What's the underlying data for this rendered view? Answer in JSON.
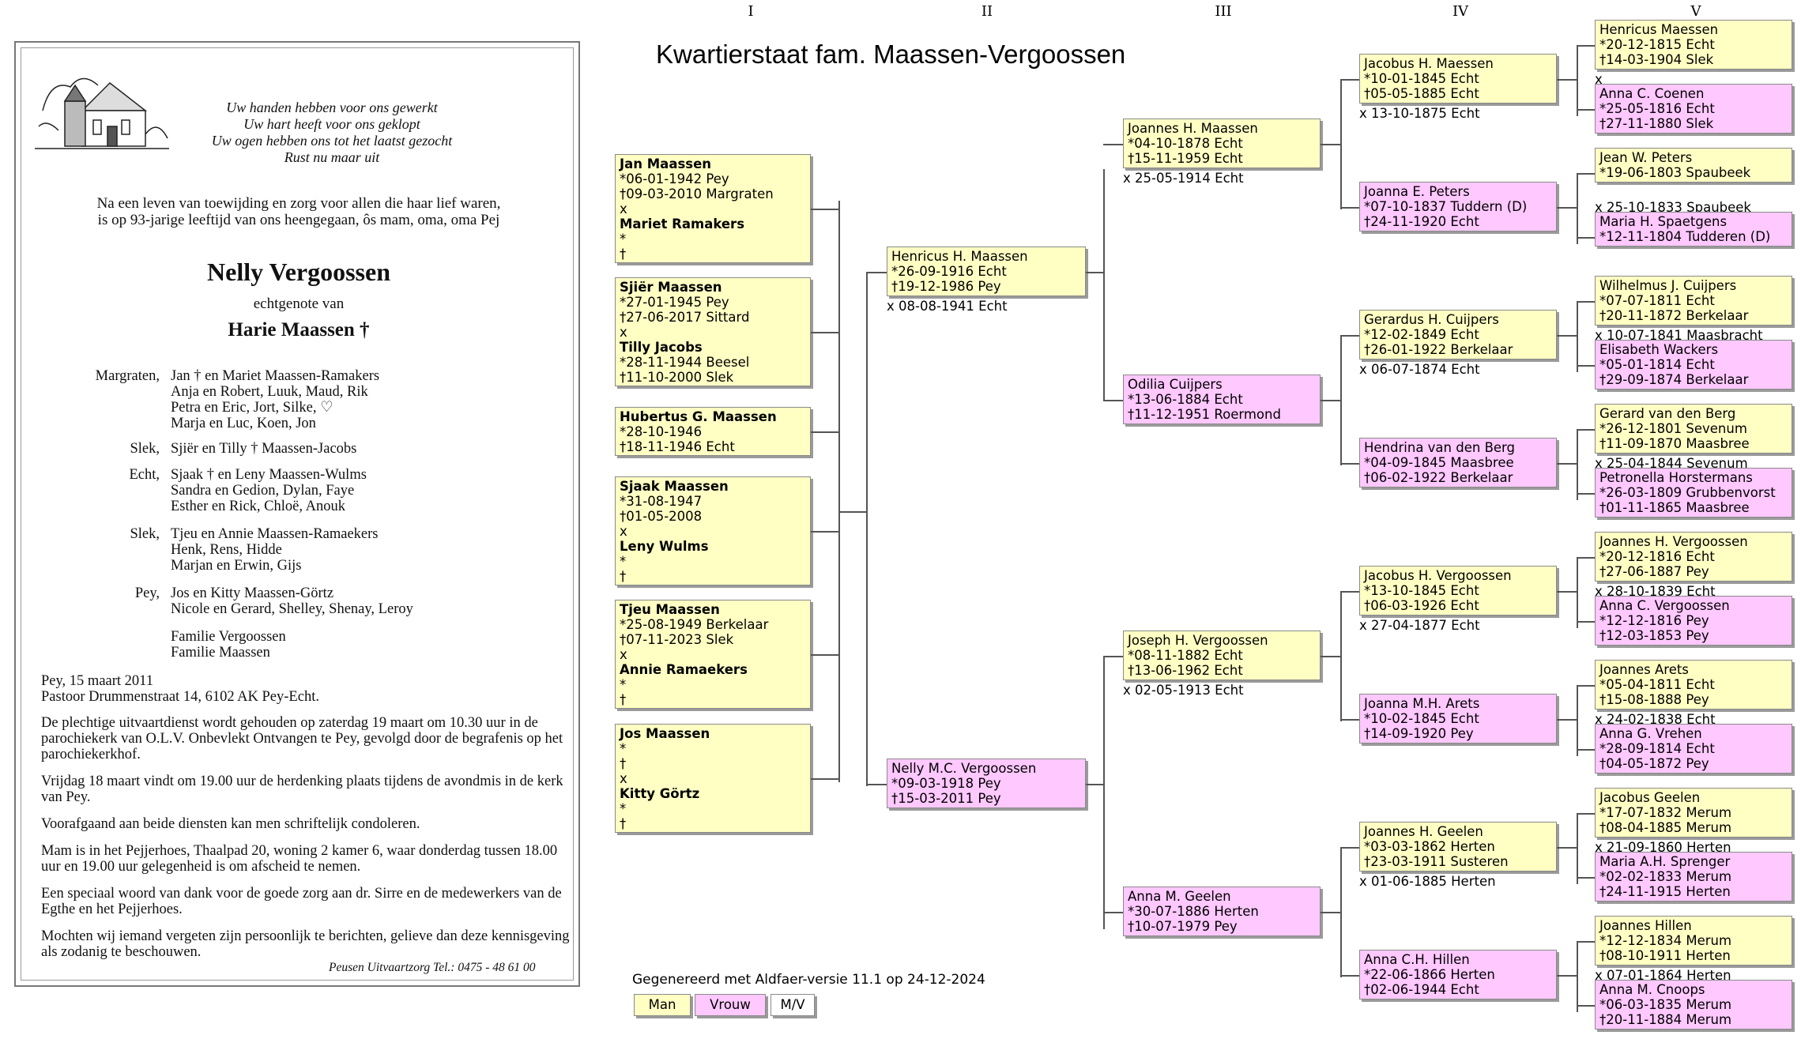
{
  "title": "Kwartierstaat fam. Maassen-Vergoossen",
  "generations": [
    "I",
    "II",
    "III",
    "IV",
    "V"
  ],
  "generated_note": "Gegenereerd met Aldfaer-versie 11.1 op 24-12-2024",
  "legend": {
    "man": "Man",
    "vrouw": "Vrouw",
    "mv": "M/V"
  },
  "colors": {
    "man": "#ffffc4",
    "vrouw": "#ffc8ff",
    "mv": "#ffffff"
  },
  "gen1": [
    {
      "lines": [
        "Jan Maassen",
        " *06-01-1942 Pey",
        " †09-03-2010 Margraten",
        "x",
        "Mariet Ramakers",
        " *",
        " †"
      ],
      "bold": [
        0,
        4
      ]
    },
    {
      "lines": [
        "Sjiër Maassen",
        " *27-01-1945 Pey",
        " †27-06-2017 Sittard",
        "x",
        "Tilly Jacobs",
        " *28-11-1944 Beesel",
        " †11-10-2000 Slek"
      ],
      "bold": [
        0,
        4
      ]
    },
    {
      "lines": [
        "Hubertus G. Maassen",
        " *28-10-1946",
        " †18-11-1946 Echt"
      ],
      "bold": [
        0
      ]
    },
    {
      "lines": [
        "Sjaak Maassen",
        " *31-08-1947",
        " †01-05-2008",
        "x",
        "Leny Wulms",
        " *",
        " †"
      ],
      "bold": [
        0,
        4
      ]
    },
    {
      "lines": [
        "Tjeu Maassen",
        " *25-08-1949 Berkelaar",
        " †07-11-2023 Slek",
        "x",
        "Annie Ramaekers",
        " *",
        " †"
      ],
      "bold": [
        0,
        4
      ]
    },
    {
      "lines": [
        "Jos Maassen",
        " *",
        " †",
        "x",
        "Kitty Görtz",
        " *",
        " †"
      ],
      "bold": [
        0,
        4
      ]
    }
  ],
  "gen2": [
    {
      "name": "Henricus H. Maassen",
      "birth": "*26-09-1916 Echt",
      "death": "†19-12-1986 Pey",
      "sex": "m",
      "marriage": "x 08-08-1941 Echt"
    },
    {
      "name": "Nelly M.C. Vergoossen",
      "birth": "*09-03-1918 Pey",
      "death": "†15-03-2011 Pey",
      "sex": "v"
    }
  ],
  "gen3": [
    {
      "name": "Joannes H. Maassen",
      "birth": "*04-10-1878 Echt",
      "death": "†15-11-1959 Echt",
      "sex": "m",
      "marriage": "x 25-05-1914 Echt"
    },
    {
      "name": "Odilia Cuijpers",
      "birth": "*13-06-1884 Echt",
      "death": "†11-12-1951 Roermond",
      "sex": "v"
    },
    {
      "name": "Joseph H. Vergoossen",
      "birth": "*08-11-1882 Echt",
      "death": "†13-06-1962 Echt",
      "sex": "m",
      "marriage": "x 02-05-1913 Echt"
    },
    {
      "name": "Anna M. Geelen",
      "birth": "*30-07-1886 Herten",
      "death": "†10-07-1979 Pey",
      "sex": "v"
    }
  ],
  "gen4": [
    {
      "name": "Jacobus H. Maessen",
      "birth": "*10-01-1845 Echt",
      "death": "†05-05-1885 Echt",
      "sex": "m",
      "marriage": "x 13-10-1875 Echt"
    },
    {
      "name": "Joanna E. Peters",
      "birth": "*07-10-1837 Tuddern (D)",
      "death": "†24-11-1920 Echt",
      "sex": "v"
    },
    {
      "name": "Gerardus H. Cuijpers",
      "birth": "*12-02-1849 Echt",
      "death": "†26-01-1922 Berkelaar",
      "sex": "m",
      "marriage": "x 06-07-1874 Echt"
    },
    {
      "name": "Hendrina van den Berg",
      "birth": "*04-09-1845 Maasbree",
      "death": "†06-02-1922 Berkelaar",
      "sex": "v"
    },
    {
      "name": "Jacobus H. Vergoossen",
      "birth": "*13-10-1845 Echt",
      "death": "†06-03-1926 Echt",
      "sex": "m",
      "marriage": "x 27-04-1877 Echt"
    },
    {
      "name": "Joanna M.H. Arets",
      "birth": "*10-02-1845 Echt",
      "death": "†14-09-1920 Pey",
      "sex": "v"
    },
    {
      "name": "Joannes H. Geelen",
      "birth": "*03-03-1862 Herten",
      "death": "†23-03-1911 Susteren",
      "sex": "m",
      "marriage": "x 01-06-1885 Herten"
    },
    {
      "name": "Anna C.H. Hillen",
      "birth": "*22-06-1866 Herten",
      "death": "†02-06-1944 Echt",
      "sex": "v"
    }
  ],
  "gen5": [
    {
      "name": "Henricus Maessen",
      "birth": "*20-12-1815 Echt",
      "death": "†14-03-1904 Slek",
      "sex": "m",
      "marriage": "x"
    },
    {
      "name": "Anna C. Coenen",
      "birth": "*25-05-1816 Echt",
      "death": "†27-11-1880 Slek",
      "sex": "v"
    },
    {
      "name": "Jean W. Peters",
      "birth": "*19-06-1803 Spaubeek",
      "death": "",
      "sex": "m",
      "marriage": "x 25-10-1833 Spaubeek"
    },
    {
      "name": "Maria H. Spaetgens",
      "birth": "*12-11-1804 Tudderen (D)",
      "death": "",
      "sex": "v"
    },
    {
      "name": "Wilhelmus J. Cuijpers",
      "birth": "*07-07-1811 Echt",
      "death": "†20-11-1872 Berkelaar",
      "sex": "m",
      "marriage": "x 10-07-1841 Maasbracht"
    },
    {
      "name": "Elisabeth Wackers",
      "birth": "*05-01-1814 Echt",
      "death": "†29-09-1874 Berkelaar",
      "sex": "v"
    },
    {
      "name": "Gerard van den Berg",
      "birth": "*26-12-1801 Sevenum",
      "death": "†11-09-1870 Maasbree",
      "sex": "m",
      "marriage": "x 25-04-1844 Sevenum"
    },
    {
      "name": "Petronella Horstermans",
      "birth": "*26-03-1809 Grubbenvorst",
      "death": "†01-11-1865 Maasbree",
      "sex": "v"
    },
    {
      "name": "Joannes H. Vergoossen",
      "birth": "*20-12-1816 Echt",
      "death": "†27-06-1887 Pey",
      "sex": "m",
      "marriage": "x 28-10-1839 Echt"
    },
    {
      "name": "Anna C. Vergoossen",
      "birth": "*12-12-1816 Pey",
      "death": "†12-03-1853 Pey",
      "sex": "v"
    },
    {
      "name": "Joannes Arets",
      "birth": "*05-04-1811 Echt",
      "death": "†15-08-1888 Pey",
      "sex": "m",
      "marriage": "x 24-02-1838 Echt"
    },
    {
      "name": "Anna G. Vrehen",
      "birth": "*28-09-1814 Echt",
      "death": "†04-05-1872 Pey",
      "sex": "v"
    },
    {
      "name": "Jacobus Geelen",
      "birth": "*17-07-1832 Merum",
      "death": "†08-04-1885 Merum",
      "sex": "m",
      "marriage": "x 21-09-1860 Herten"
    },
    {
      "name": "Maria A.H. Sprenger",
      "birth": "*02-02-1833 Merum",
      "death": "†24-11-1915 Herten",
      "sex": "v"
    },
    {
      "name": "Joannes Hillen",
      "birth": "*12-12-1834 Merum",
      "death": "†08-10-1911 Herten",
      "sex": "m",
      "marriage": "x 07-01-1864 Herten"
    },
    {
      "name": "Anna M. Cnoops",
      "birth": "*06-03-1835 Merum",
      "death": "†20-11-1884 Merum",
      "sex": "v"
    }
  ],
  "notice": {
    "poem": [
      "Uw handen hebben voor ons gewerkt",
      "Uw hart heeft voor ons geklopt",
      "Uw ogen hebben ons tot het laatst gezocht",
      "Rust nu maar uit"
    ],
    "intro": [
      "Na een leven van toewijding en zorg voor allen die haar lief waren,",
      "is op 93-jarige leeftijd van ons heengegaan, ôs mam, oma, oma Pej"
    ],
    "name": "Nelly Vergoossen",
    "spouse_label": "echtgenote van",
    "spouse": "Harie Maassen †",
    "family": [
      {
        "place": "Margraten,",
        "lines": [
          "Jan † en Mariet Maassen-Ramakers",
          "Anja en Robert, Luuk, Maud, Rik",
          "Petra en Eric, Jort, Silke, ♡",
          "Marja en Luc, Koen, Jon"
        ]
      },
      {
        "place": "Slek,",
        "lines": [
          "Sjiër en Tilly † Maassen-Jacobs"
        ]
      },
      {
        "place": "Echt,",
        "lines": [
          "Sjaak † en Leny Maassen-Wulms",
          "Sandra en Gedion, Dylan, Faye",
          "Esther en Rick, Chloë, Anouk"
        ]
      },
      {
        "place": "Slek,",
        "lines": [
          "Tjeu en Annie Maassen-Ramaekers",
          "Henk, Rens, Hidde",
          "Marjan en Erwin, Gijs"
        ]
      },
      {
        "place": "Pey,",
        "lines": [
          "Jos en Kitty Maassen-Görtz",
          "Nicole en Gerard, Shelley, Shenay, Leroy"
        ]
      },
      {
        "place": "",
        "lines": [
          "Familie Vergoossen",
          "Familie Maassen"
        ]
      }
    ],
    "address": [
      "Pey, 15 maart 2011",
      "Pastoor Drummenstraat 14, 6102 AK Pey-Echt."
    ],
    "paragraphs": [
      "De plechtige uitvaartdienst wordt gehouden op zaterdag 19 maart om 10.30 uur in de parochiekerk van O.L.V. Onbevlekt Ontvangen te Pey, gevolgd door de begrafenis op het parochiekerkhof.",
      "Vrijdag 18 maart vindt om 19.00 uur de herdenking plaats tijdens de avondmis in de kerk van Pey.",
      "Voorafgaand aan beide diensten kan men schriftelijk condoleren.",
      "Mam is in het Pejjerhoes, Thaalpad 20, woning 2 kamer 6, waar donderdag tussen 18.00 uur en 19.00 uur gelegenheid is om afscheid te nemen.",
      "Een speciaal woord van dank voor de goede zorg aan dr. Sirre en de medewerkers van de Egthe en het Pejjerhoes.",
      "Mochten wij iemand vergeten zijn persoonlijk te berichten, gelieve dan deze kennisgeving als zodanig te beschouwen."
    ],
    "undertaker": "Peusen Uitvaartzorg   Tel.: 0475 - 48 61 00"
  }
}
